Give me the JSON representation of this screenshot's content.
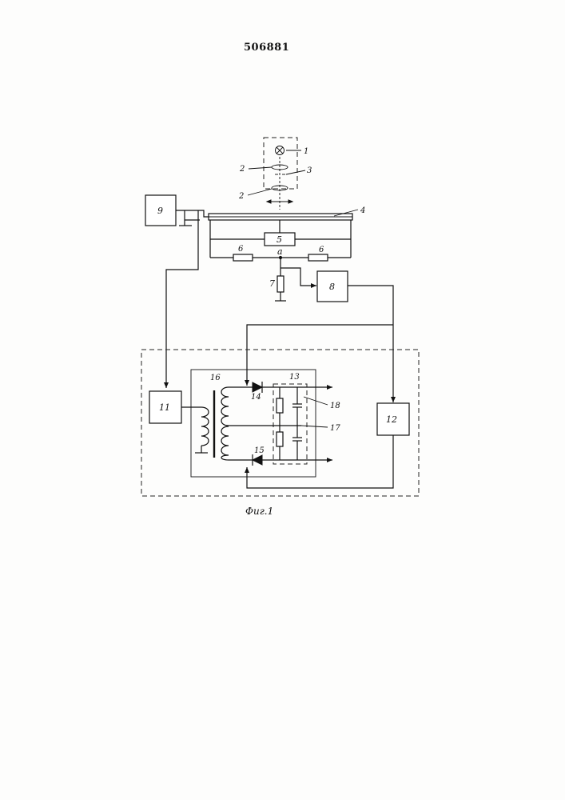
{
  "document": {
    "patent_number": "506881",
    "figure_caption": "Фиг.1"
  },
  "labels": {
    "l1": "1",
    "l2a": "2",
    "l2b": "2",
    "l3": "3",
    "l4": "4",
    "l5": "5",
    "l6a": "6",
    "l6b": "6",
    "node_a": "a",
    "l7": "7",
    "l8": "8",
    "l9": "9",
    "l11": "11",
    "l12": "12",
    "l13": "13",
    "l14": "14",
    "l15": "15",
    "l16": "16",
    "l17": "17",
    "l18": "18"
  }
}
